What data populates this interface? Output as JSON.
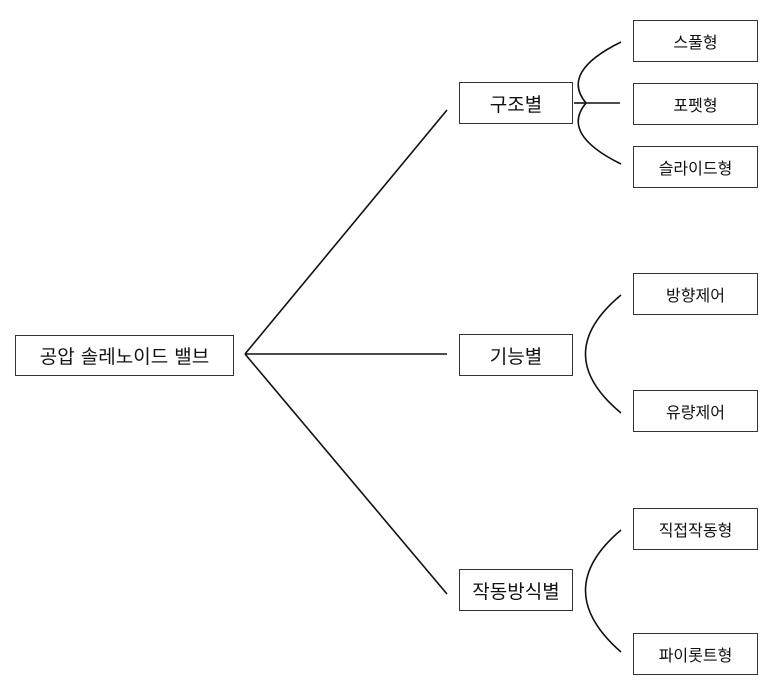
{
  "root": {
    "label": "공압 솔레노이드 밸브"
  },
  "categories": [
    {
      "label": "구조별",
      "items": [
        {
          "label": "스풀형"
        },
        {
          "label": "포펫형"
        },
        {
          "label": "슬라이드형"
        }
      ]
    },
    {
      "label": "기능별",
      "items": [
        {
          "label": "방향제어"
        },
        {
          "label": "유량제어"
        }
      ]
    },
    {
      "label": "작동방식별",
      "items": [
        {
          "label": "직접작동형"
        },
        {
          "label": "파이롯트형"
        }
      ]
    }
  ],
  "colors": {
    "line": "#111111",
    "border": "#333333",
    "text": "#111111"
  }
}
